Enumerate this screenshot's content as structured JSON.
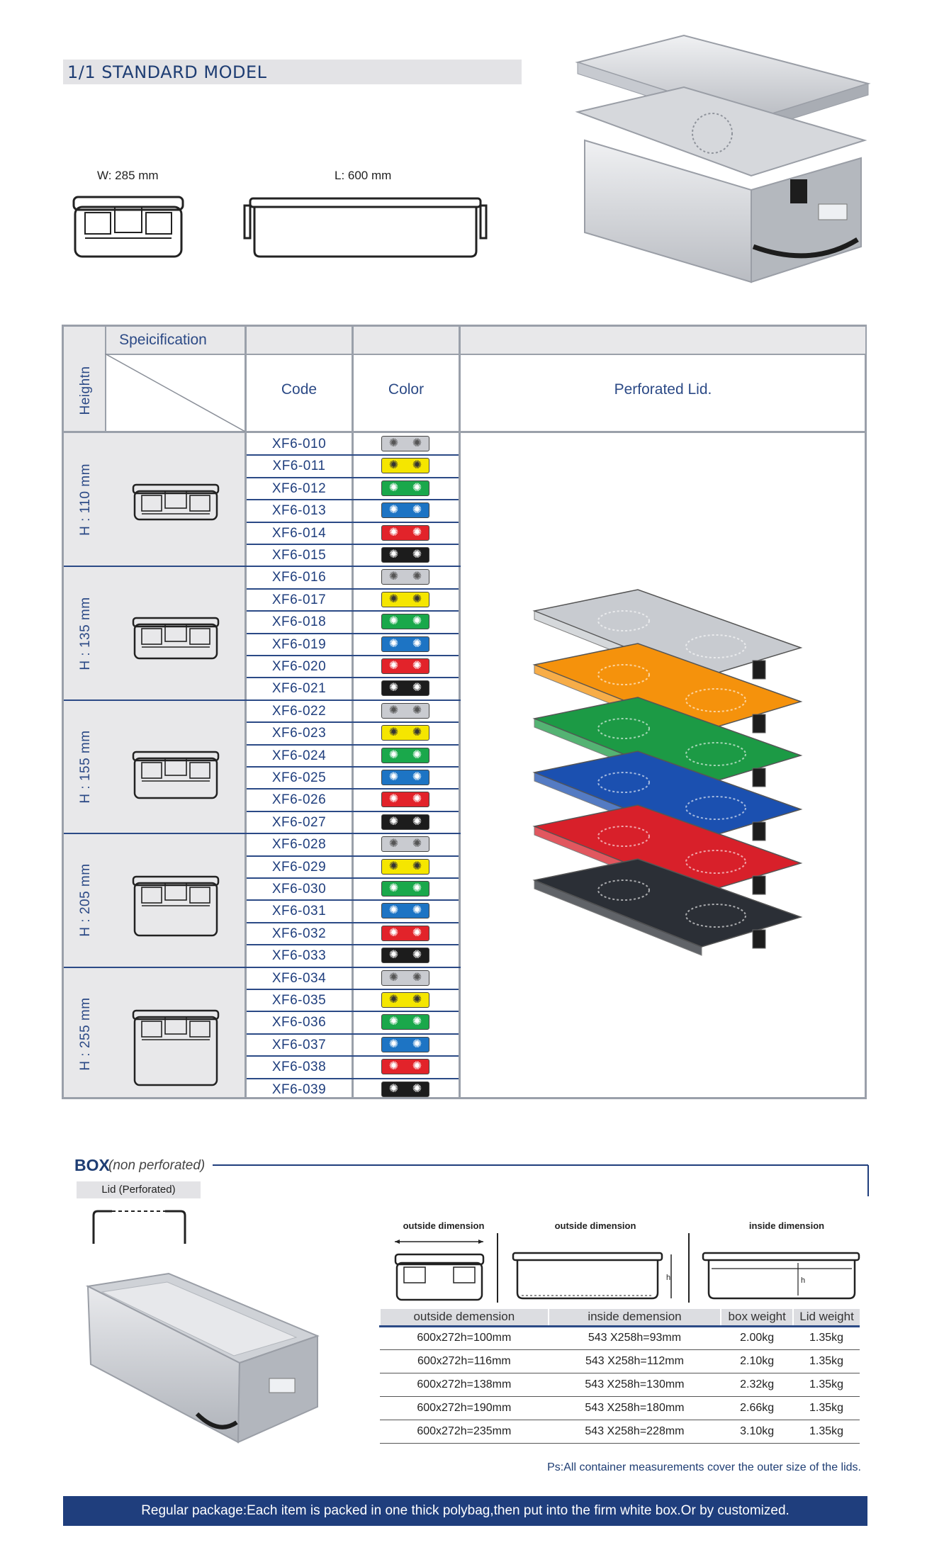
{
  "header": {
    "title": "1/1 STANDARD MODEL",
    "width_label": "W: 285 mm",
    "length_label": "L: 600 mm"
  },
  "spec_table": {
    "spec_header": "Speicification",
    "height_header": "Heightn",
    "code_header": "Code",
    "color_header": "Color",
    "lid_header": "Perforated Lid.",
    "groups": [
      {
        "height": "H : 110 mm",
        "codes": [
          "XF6-010",
          "XF6-011",
          "XF6-012",
          "XF6-013",
          "XF6-014",
          "XF6-015"
        ]
      },
      {
        "height": "H : 135 mm",
        "codes": [
          "XF6-016",
          "XF6-017",
          "XF6-018",
          "XF6-019",
          "XF6-020",
          "XF6-021"
        ]
      },
      {
        "height": "H : 155 mm",
        "codes": [
          "XF6-022",
          "XF6-023",
          "XF6-024",
          "XF6-025",
          "XF6-026",
          "XF6-027"
        ]
      },
      {
        "height": "H : 205 mm",
        "codes": [
          "XF6-028",
          "XF6-029",
          "XF6-030",
          "XF6-031",
          "XF6-032",
          "XF6-033"
        ]
      },
      {
        "height": "H : 255 mm",
        "codes": [
          "XF6-034",
          "XF6-035",
          "XF6-036",
          "XF6-037",
          "XF6-038",
          "XF6-039"
        ]
      }
    ],
    "swatch_colors": [
      "#c9cbd0",
      "#f5e600",
      "#1aa84b",
      "#1d74c4",
      "#e2232a",
      "#1c1c1c"
    ],
    "lid_colors": [
      "#c8cbd0",
      "#f5920c",
      "#1c9a45",
      "#1b50b0",
      "#d8202a",
      "#2b2f36"
    ]
  },
  "box": {
    "title": "BOX",
    "subtitle": "(non perforated)",
    "lid_label": "Lid (Perforated)",
    "dim_headers": [
      "outside dimension",
      "outside dimension",
      "inside dimension"
    ],
    "columns": [
      "outside demension",
      "inside demension",
      "box weight",
      "Lid weight"
    ],
    "rows": [
      [
        "600x272h=100mm",
        "543 X258h=93mm",
        "2.00kg",
        "1.35kg"
      ],
      [
        "600x272h=116mm",
        "543 X258h=112mm",
        "2.10kg",
        "1.35kg"
      ],
      [
        "600x272h=138mm",
        "543 X258h=130mm",
        "2.32kg",
        "1.35kg"
      ],
      [
        "600x272h=190mm",
        "543 X258h=180mm",
        "2.66kg",
        "1.35kg"
      ],
      [
        "600x272h=235mm",
        "543 X258h=228mm",
        "3.10kg",
        "1.35kg"
      ]
    ],
    "note": "Ps:All container measurements cover the outer size of  the lids."
  },
  "footer": {
    "text": "Regular package:Each item is packed in one thick polybag,then put into the firm white box.Or by customized."
  }
}
